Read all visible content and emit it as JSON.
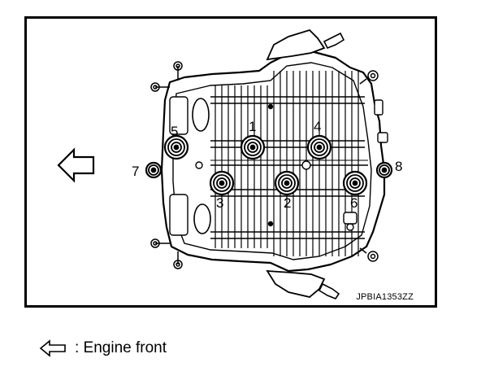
{
  "figure": {
    "code": "JPBIA1353ZZ",
    "bolt_labels": [
      "1",
      "2",
      "3",
      "4",
      "5",
      "6",
      "7",
      "8"
    ]
  },
  "legend": {
    "text": ": Engine front",
    "icon": "arrow-left-outline-icon"
  },
  "colors": {
    "line": "#000000",
    "background": "#ffffff"
  }
}
